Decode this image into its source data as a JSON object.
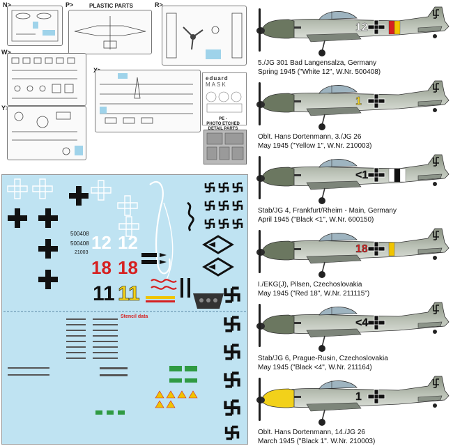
{
  "sprues": {
    "n_label": "N>",
    "p_label": "P>",
    "plastic_parts_label": "PLASTIC PARTS",
    "r_label": "R>",
    "w_label": "W>",
    "x_label": "X>",
    "y_label": "Y>",
    "mask_logo": "eduard",
    "mask_label": "MASK",
    "pe_label_line1": "PE -",
    "pe_label_line2": "PHOTO ETCHED",
    "pe_label_line3": "DETAIL PARTS"
  },
  "decals": {
    "serial_1": "500408",
    "serial_2": "500408",
    "serial_3": "21003",
    "number_white": "12",
    "number_red": "18",
    "number_black": "11",
    "number_yellow": "11",
    "stencil_header": "Stencil data"
  },
  "profiles": [
    {
      "caption_line1": "5./JG 301 Bad Langensalza, Germany",
      "caption_line2": "Spring 1945 (\"White 12\", W.Nr. 500408)",
      "number": "12",
      "number_color": "#ffffff",
      "nose_color": "#6b7760",
      "band_colors": [
        "#d62020",
        "#f0c400"
      ]
    },
    {
      "caption_line1": "Oblt. Hans Dortenmann, 3./JG 26",
      "caption_line2": "May 1945 (\"Yellow 1\", W.Nr. 210003)",
      "number": "1",
      "number_color": "#f2d11a",
      "nose_color": "#6b7760",
      "band_colors": []
    },
    {
      "caption_line1": "Stab/JG 4, Frankfurt/Rheim - Main, Germany",
      "caption_line2": "April 1945 (\"Black <1\", W.Nr. 600150)",
      "number": "<1",
      "number_color": "#111111",
      "nose_color": "#6b7760",
      "band_colors": [
        "#ffffff",
        "#111111",
        "#ffffff"
      ]
    },
    {
      "caption_line1": "I./EKG(J), Pilsen, Czechoslovakia",
      "caption_line2": "May 1945 (\"Red 18\", W.Nr. 211115\")",
      "number": "18",
      "number_color": "#d62020",
      "nose_color": "#6b7760",
      "band_colors": [
        "#f0c400"
      ]
    },
    {
      "caption_line1": "Stab/JG 6, Prague-Rusin, Czechoslovakia",
      "caption_line2": "May 1945 (\"Black <4\", W.Nr. 211164)",
      "number": "<4",
      "number_color": "#111111",
      "nose_color": "#6b7760",
      "band_colors": []
    },
    {
      "caption_line1": "Oblt. Hans Dortenmann, 14./JG 26",
      "caption_line2": "March 1945 (\"Black 1\". W.Nr. 210003)",
      "number": "1",
      "number_color": "#111111",
      "nose_color": "#f2d11a",
      "band_colors": []
    }
  ]
}
